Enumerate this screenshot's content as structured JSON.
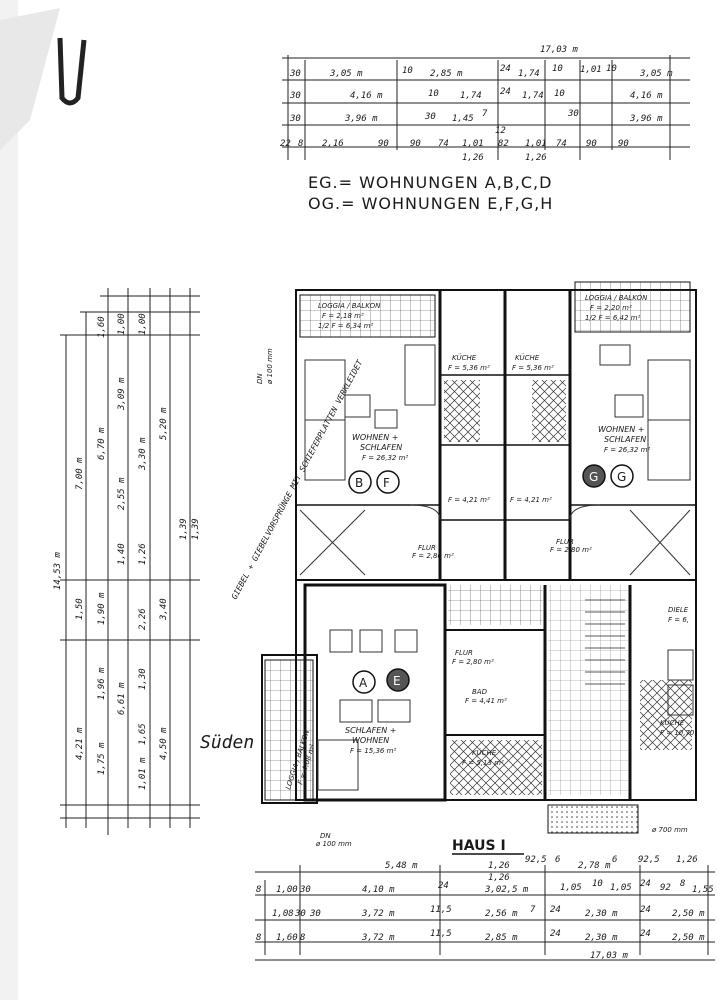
{
  "legend": {
    "line1": "EG.= WOHNUNGEN    A,B,C,D",
    "line2": "OG.= WOHNUNGEN    E,F,G,H"
  },
  "house_label": "HAUS I",
  "direction_label": "Süden",
  "side_note": "GIEBEL + GIEBELVORSPRÜNGE MIT SCHIEFERPLATTEN VERKLEIDET",
  "rooms": {
    "loggia_left": "LOGGIA / BALKON",
    "loggia_left_area1": "F = 2,18 m²",
    "loggia_left_area2": "1/2 F = 6,34 m²",
    "kueche_1": "KÜCHE",
    "kueche_1_area": "F = 5,36 m²",
    "kueche_2": "KÜCHE",
    "kueche_2_area": "F = 5,36 m²",
    "loggia_right": "LOGGIA / BALKON",
    "loggia_right_area1": "F = 2,20 m²",
    "loggia_right_area2": "1/2 F = 6,42 m²",
    "wohnen_left": "WOHNEN +",
    "wohnen_left_2": "SCHLAFEN",
    "wohnen_left_area": "F = 26,32 m²",
    "wohnen_right": "WOHNEN +",
    "wohnen_right_2": "SCHLAFEN",
    "wohnen_right_area": "F = 26,32 m²",
    "bad_1_area": "F = 4,21 m²",
    "bad_2_area": "F = 4,21 m²",
    "flur_1": "FLUR",
    "flur_1_area": "F = 2,80 m²",
    "flur_2": "FLUR",
    "flur_2_area": "F = 2,80 m²",
    "flur_3": "FLUR",
    "flur_3_area": "F = 2,80 m²",
    "bad_3": "BAD",
    "bad_3_area": "F = 4,41 m²",
    "kueche_3": "KÜCHE",
    "kueche_3_area": "F = 5,13 m²",
    "schlafen_lower": "SCHLAFEN +",
    "schlafen_lower_2": "WOHNEN",
    "schlafen_lower_area": "F = 15,36 m²",
    "balkon_lower": "LOGGIA / BALKON",
    "balkon_lower_area": "F = 4,08 m²",
    "diele": "DIELE",
    "diele_area": "F = 6,",
    "kueche_4": "KÜCHE",
    "kueche_4_area": "F = 10,70",
    "dn_top": "DN",
    "dn_top_val": "ø 100 mm",
    "dn_bottom_left": "DN",
    "dn_bottom_left_val": "ø 100 mm",
    "dn_bottom_right": "ø 700 mm"
  },
  "apartment_markers": {
    "b": "B",
    "f": "F",
    "g_dark": "G",
    "g": "G",
    "a": "A",
    "e": "E"
  },
  "dims_top": {
    "overall": "17,03 m",
    "row1": [
      "30",
      "3,05 m",
      "10",
      "2,85 m",
      "24",
      "1,74",
      "10",
      "1,01",
      "10",
      "3,05 m"
    ],
    "row2": [
      "30",
      "4,16 m",
      "10",
      "1,74",
      "24",
      "1,74",
      "10",
      "4,16 m"
    ],
    "row3": [
      "30",
      "3,96 m",
      "30",
      "1,45",
      "7",
      "12",
      "30",
      "3,96 m"
    ],
    "row4": [
      "22",
      "8",
      "2,16",
      "90",
      "90",
      "74",
      "1,01",
      "82",
      "1,01",
      "74",
      "90",
      "90"
    ],
    "row4_sub": [
      "1,26",
      "1,26"
    ]
  },
  "dims_left": {
    "overall": "14,53 m",
    "col_a": [
      "7,00 m",
      "1,50",
      "4,21 m"
    ],
    "col_b": [
      "1,60",
      "6,70 m",
      "1,90 m",
      "1,96 m",
      "1,75 m"
    ],
    "col_c": [
      "1,00",
      "3,09 m",
      "2,55 m",
      "1,40",
      "6,61 m",
      "1,65",
      "1,01 m"
    ],
    "col_d": [
      "1,00",
      "3,30 m",
      "1,26",
      "1,30",
      "2,26"
    ],
    "col_e": [
      "5,20 m",
      "3,40",
      "4,50 m"
    ],
    "col_f": [
      "1,39",
      "1,39"
    ]
  },
  "dims_bottom": {
    "overall": "17,03 m",
    "row0": [
      "5,48 m",
      "1,26",
      "92,5",
      "6",
      "2,78 m",
      "6",
      "92,5",
      "1,26"
    ],
    "row0_sub": [
      "1,26"
    ],
    "row1": [
      "8",
      "1,00",
      "30",
      "4,10 m",
      "24",
      "3,02,5 m",
      "1,05",
      "10",
      "1,05",
      "24",
      "92",
      "8",
      "1,55"
    ],
    "row2": [
      "1,08",
      "30",
      "30",
      "3,72 m",
      "11,5",
      "2,56 m",
      "7",
      "24",
      "2,30 m",
      "24",
      "2,50 m"
    ],
    "row3": [
      "8",
      "1,60",
      "8",
      "3,72 m",
      "11,5",
      "2,85 m",
      "24",
      "2,30 m",
      "24",
      "2,50 m"
    ]
  }
}
